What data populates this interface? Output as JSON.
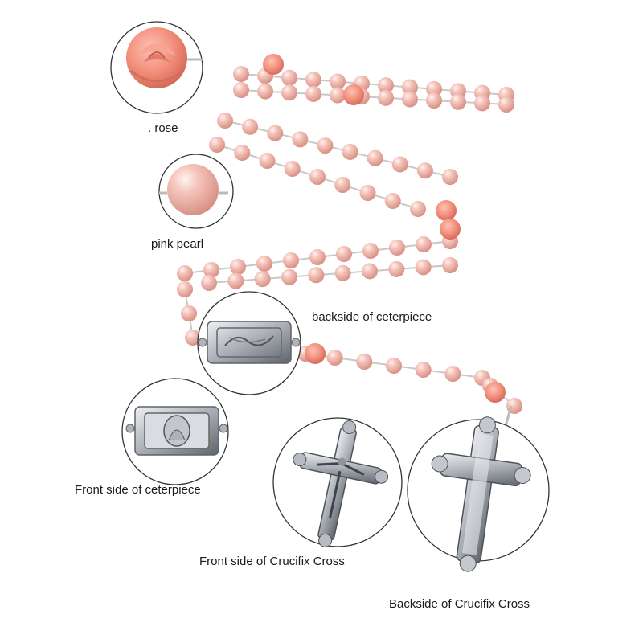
{
  "labels": {
    "rose": ". rose",
    "pink_pearl": "pink pearl",
    "backside_centerpiece": "backside of ceterpiece",
    "front_centerpiece": "Front side of ceterpiece",
    "front_crucifix": "Front side of Crucifix Cross",
    "back_crucifix": "Backside of Crucifix Cross"
  },
  "colors": {
    "pearl": "#f2b9b0",
    "pearl_shade": "#d9958b",
    "rose": "#f08f7e",
    "rose_dark": "#d86c5b",
    "chain": "#c8c8c8",
    "metal": "#b8bcc2",
    "metal_dark": "#6e737a",
    "ring": "#333333"
  }
}
